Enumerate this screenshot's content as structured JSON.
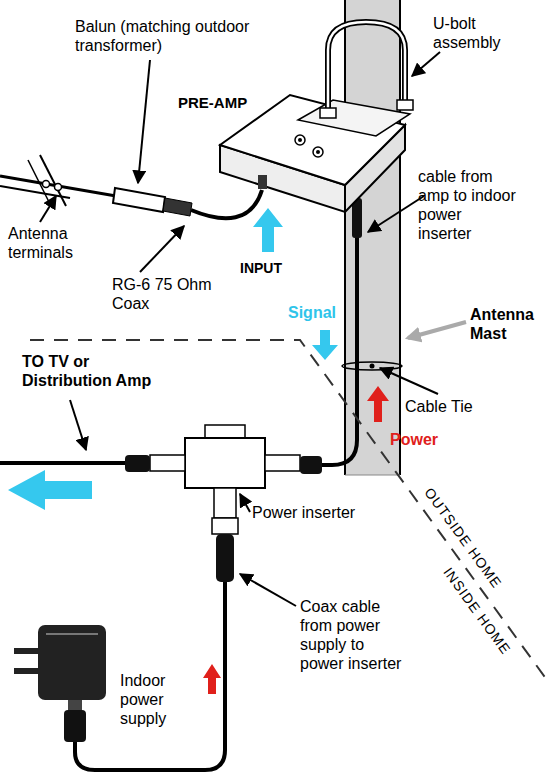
{
  "diagram": {
    "labels": [
      "Balun (matching outdoor transformer)",
      "U-bolt assembly",
      "PRE-AMP",
      "cable from amp to indoor power inserter",
      "Antenna terminals",
      "RG-6 75 Ohm Coax",
      "INPUT",
      "Antenna Mast",
      "Signal",
      "Cable Tie",
      "Power",
      "TO TV or Distribution Amp",
      "OUTSIDE HOME",
      "INSIDE HOME",
      "Power inserter",
      "Coax cable from power supply to power inserter",
      "Indoor power supply"
    ]
  }
}
